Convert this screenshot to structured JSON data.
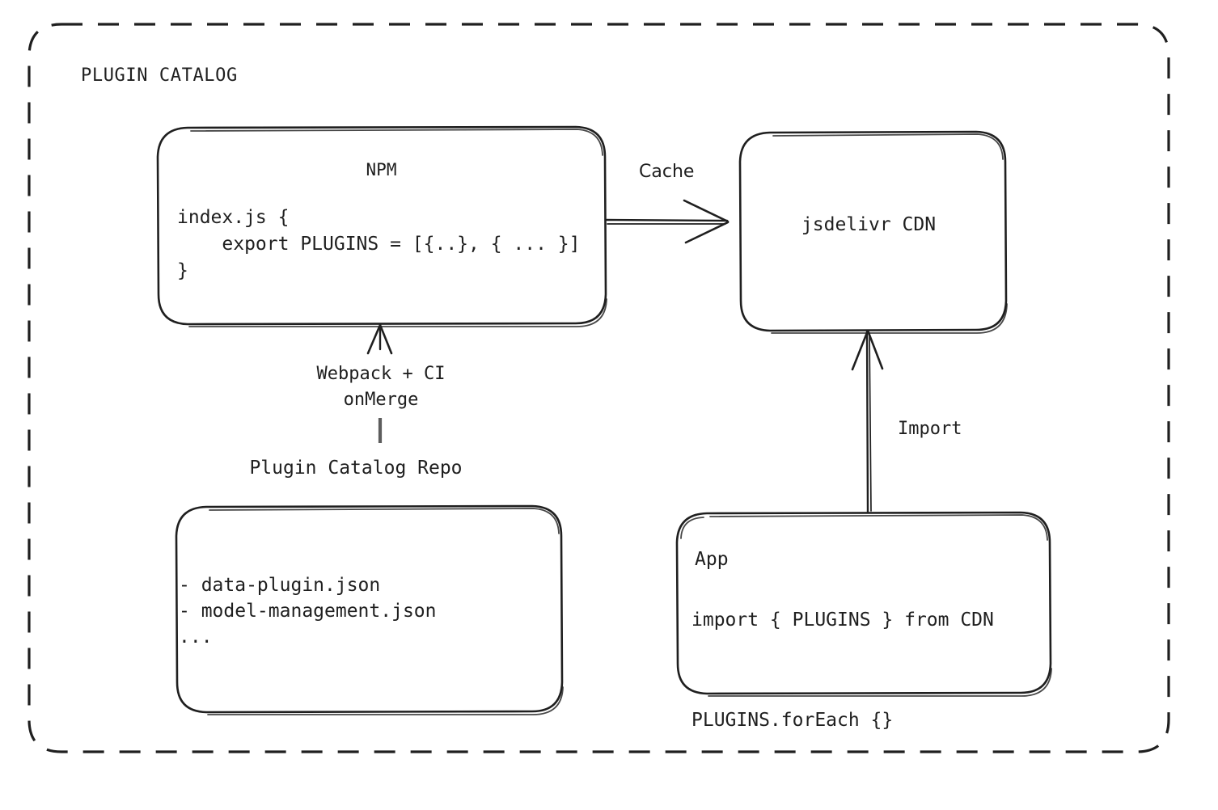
{
  "diagram": {
    "title": "PLUGIN CATALOG",
    "type": "architecture-flow",
    "colors": {
      "stroke": "#1f1f1f",
      "background": "#ffffff"
    },
    "nodes": {
      "npm": {
        "title": "NPM",
        "code_lines": "index.js {\n    export PLUGINS = [{..}, { ... }]\n}"
      },
      "cdn": {
        "title": "jsdelivr CDN"
      },
      "repo": {
        "caption": "Plugin Catalog Repo",
        "files": "- data-plugin.json\n- model-management.json\n..."
      },
      "app": {
        "title": "App",
        "code_lines": "import { PLUGINS } from CDN\n\nPLUGINS.forEach {}"
      }
    },
    "edges": {
      "cache": {
        "label": "Cache",
        "from": "npm",
        "to": "cdn",
        "direction": "right"
      },
      "build": {
        "label": "Webpack + CI\nonMerge",
        "from": "repo",
        "to": "npm",
        "direction": "up"
      },
      "import": {
        "label": "Import",
        "from": "app",
        "to": "cdn",
        "direction": "up"
      }
    }
  }
}
